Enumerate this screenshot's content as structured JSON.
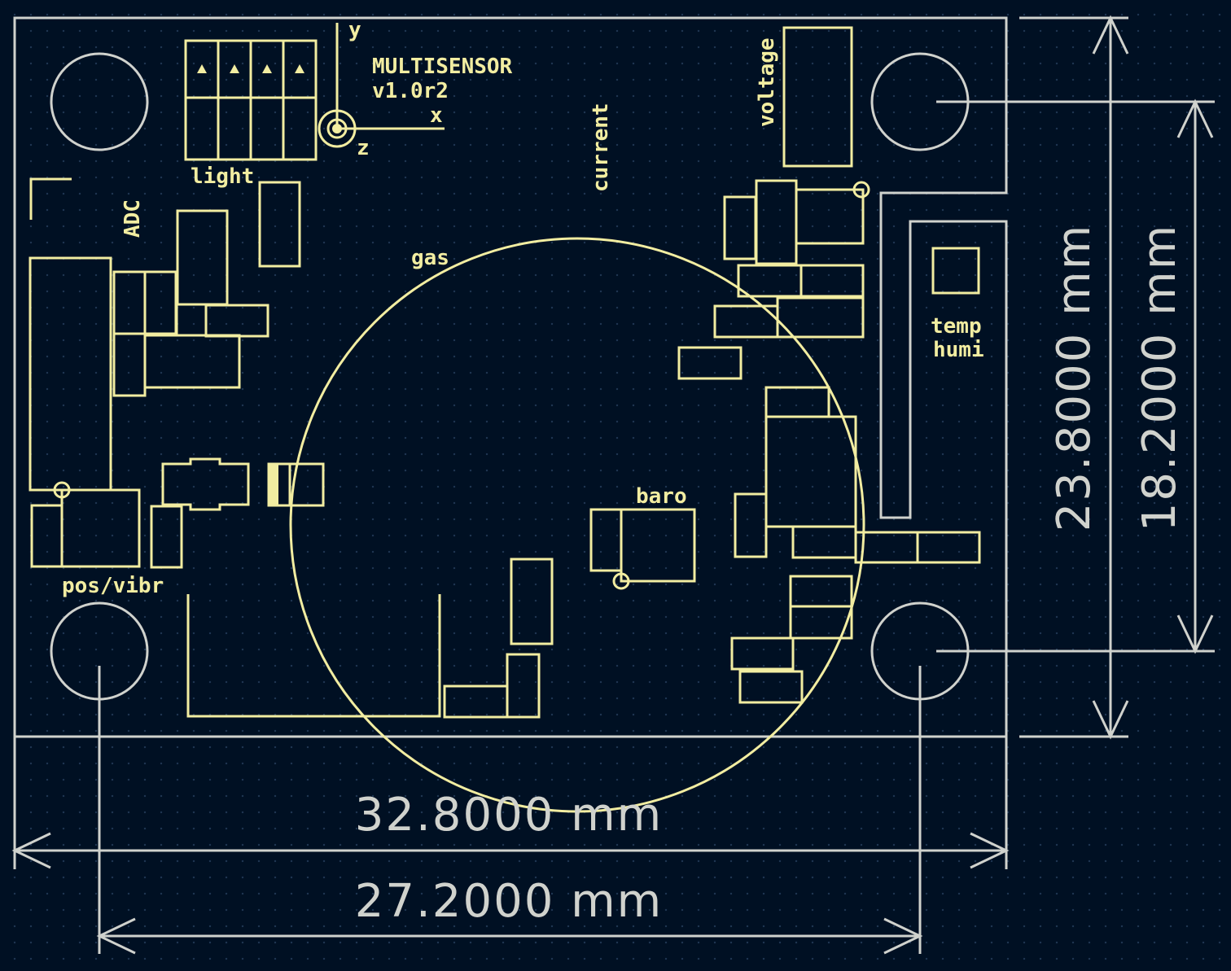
{
  "labels": {
    "axis_y": "y",
    "axis_x": "x",
    "axis_z": "z",
    "board_title": "MULTISENSOR",
    "board_version": "v1.0r2",
    "light": "light",
    "adc": "ADC",
    "current": "current",
    "voltage": "voltage",
    "gas": "gas",
    "baro": "baro",
    "temp": "temp",
    "humi": "humi",
    "pos_vibr": "pos/vibr"
  },
  "dimensions": {
    "width_outer": "32.8000 mm",
    "width_holes": "27.2000 mm",
    "height_outer": "23.8000 mm",
    "height_holes": "18.2000 mm"
  },
  "colors": {
    "background": "#001023",
    "silkscreen": "#f2eda1",
    "edge_cuts": "#d0d2cd"
  }
}
